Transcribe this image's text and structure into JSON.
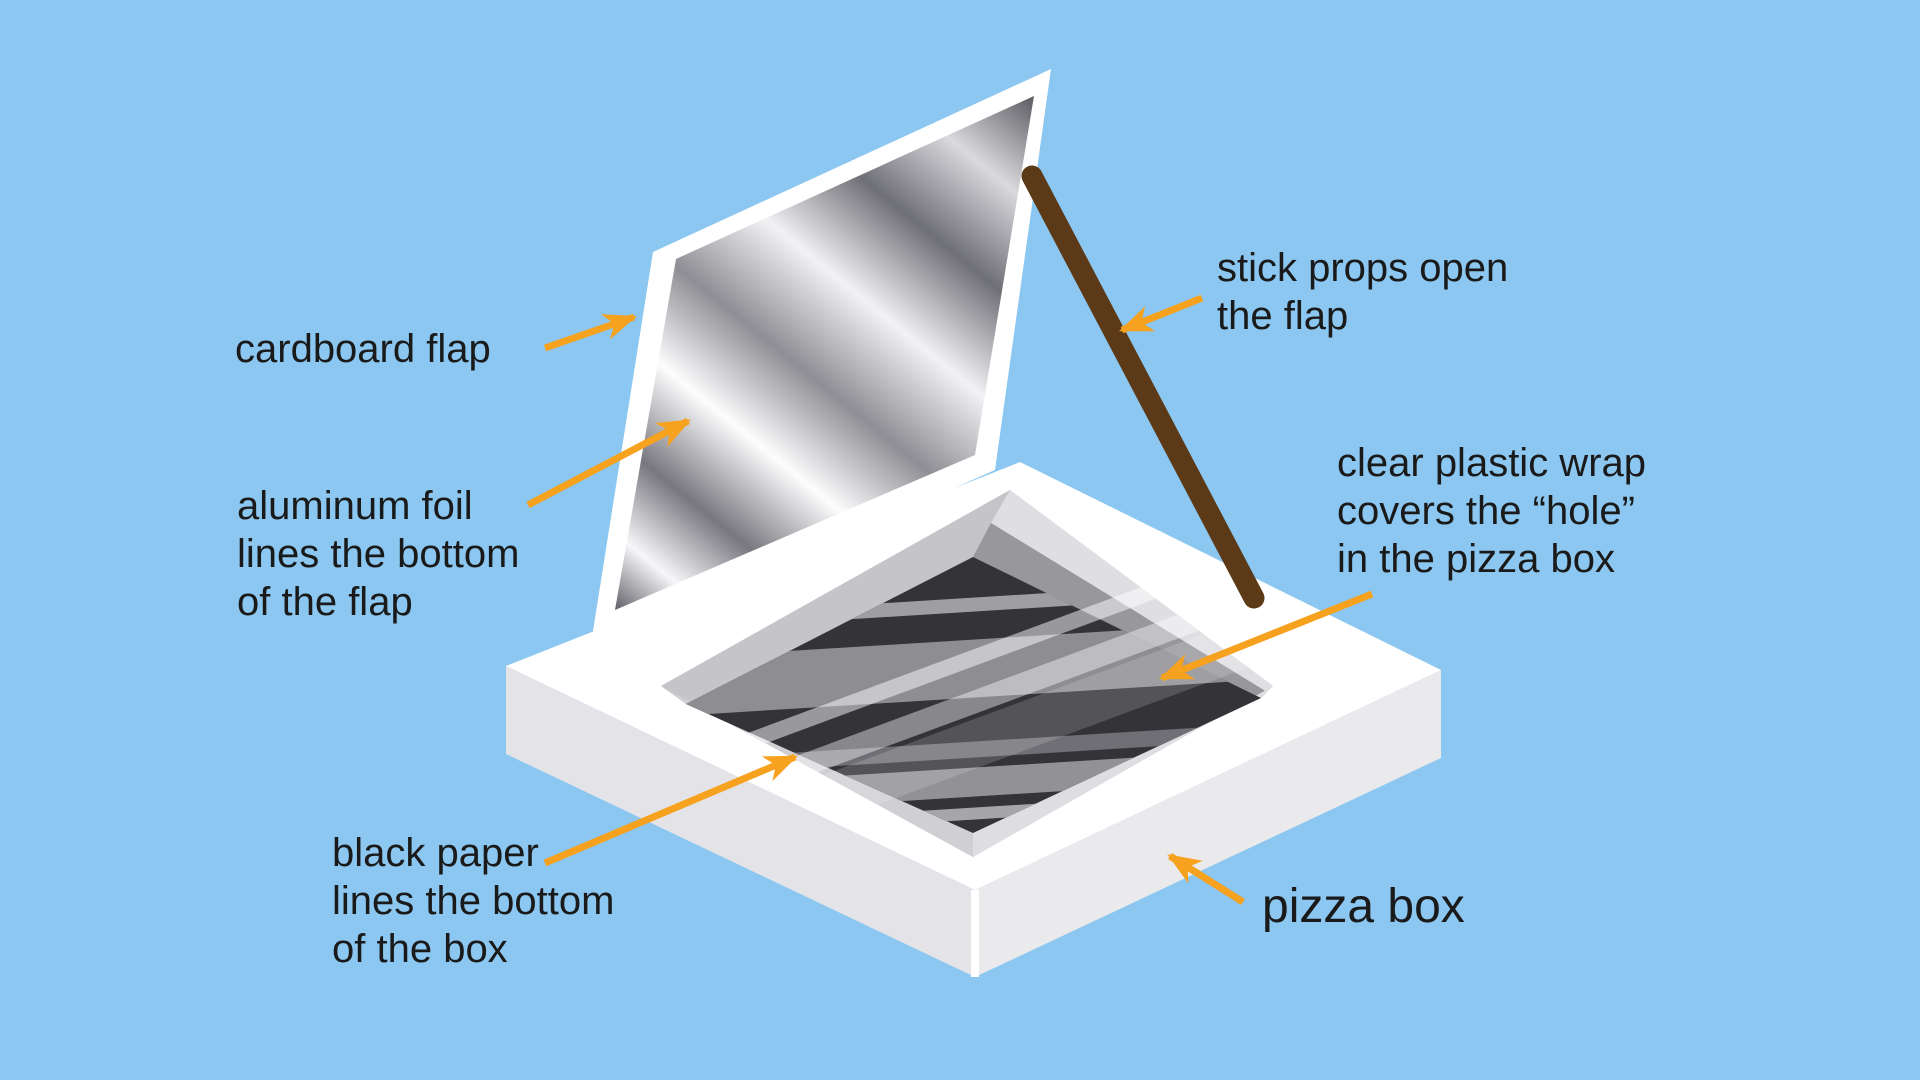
{
  "diagram": {
    "title": "pizza box solar oven diagram",
    "colors": {
      "background": "#8BC7F0",
      "arrow_accent": "#F6A21E",
      "stick_brown": "#5C3917",
      "black_paper": "#333338",
      "box_white": "#FFFFFF",
      "box_side_left": "#E4E4E8",
      "box_side_right": "#EAEAED",
      "plastic_ring_gray": "#C4C4C9",
      "text": "#1A1A1A"
    },
    "labels": {
      "cardboard_flap": "cardboard flap",
      "aluminum_foil": "aluminum foil\nlines the bottom\nof the flap",
      "stick": "stick props open\nthe flap",
      "plastic_wrap": "clear plastic wrap\ncovers the “hole”\nin the pizza box",
      "black_paper": "black paper\nlines the bottom\nof the box",
      "pizza_box": "pizza box"
    },
    "arrows": [
      {
        "icon": "label-arrow-icon",
        "from": "cardboard_flap",
        "points_to": "cardboard flap edge"
      },
      {
        "icon": "label-arrow-icon",
        "from": "aluminum_foil",
        "points_to": "foil surface of flap"
      },
      {
        "icon": "label-arrow-icon",
        "from": "stick",
        "points_to": "propping stick"
      },
      {
        "icon": "label-arrow-icon",
        "from": "plastic_wrap",
        "points_to": "plastic wrap over hole"
      },
      {
        "icon": "label-arrow-icon",
        "from": "black_paper",
        "points_to": "black paper in box"
      },
      {
        "icon": "label-arrow-icon",
        "from": "pizza_box",
        "points_to": "pizza box front face"
      }
    ]
  }
}
